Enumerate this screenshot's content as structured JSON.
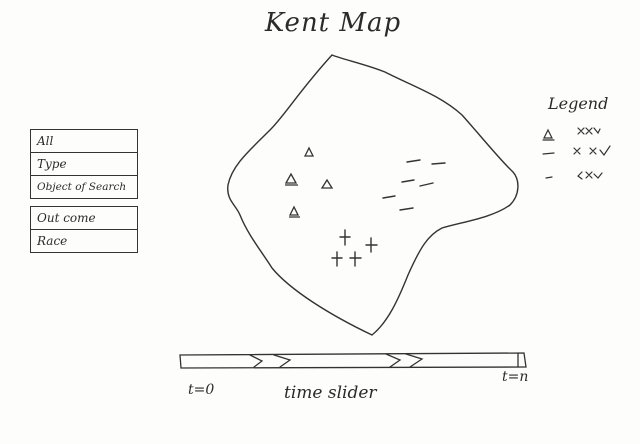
{
  "title": "Kent Map",
  "filter_menu": {
    "items": [
      {
        "label": "All"
      },
      {
        "label": "Type"
      },
      {
        "label": "Object of Search"
      },
      {
        "label": "Out come"
      },
      {
        "label": "Race"
      }
    ]
  },
  "legend": {
    "title": "Legend",
    "markers": [
      "triangle-marker",
      "dash-marker",
      "cross-marker"
    ]
  },
  "map": {
    "marker_groups": [
      "triangle-group",
      "dash-group",
      "cross-group"
    ]
  },
  "time_slider": {
    "label": "time slider",
    "start_label": "t=0",
    "end_label": "t=n"
  }
}
